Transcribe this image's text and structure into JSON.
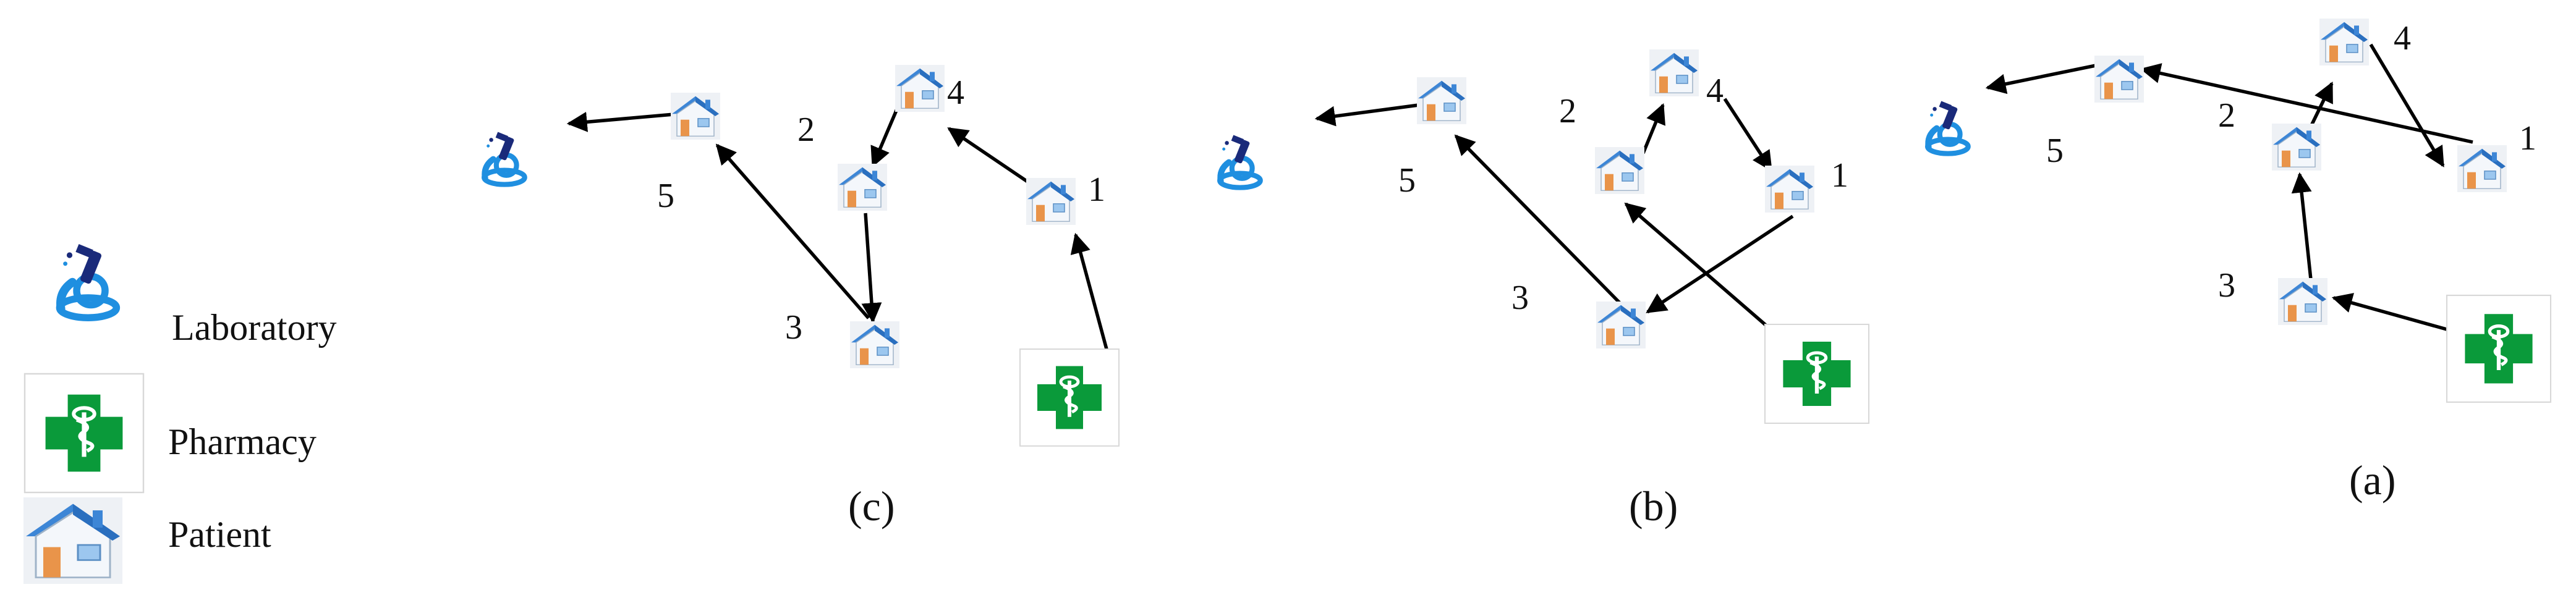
{
  "legend": {
    "items": [
      {
        "icon": "laboratory-icon",
        "label": "Laboratory"
      },
      {
        "icon": "pharmacy-icon",
        "label": "Pharmacy"
      },
      {
        "icon": "patient-house-icon",
        "label": "Patient"
      }
    ]
  },
  "colors": {
    "pharmacy_green": "#0a9a3a",
    "lab_blue": "#1f8fe0",
    "lab_navy": "#1a2a7a",
    "roof_blue": "#3d86d6",
    "wall": "#f4f7fb",
    "door": "#e9944a",
    "arrow": "#000000"
  },
  "panels": [
    {
      "caption": "(c)",
      "patient_labels": [
        "1",
        "2",
        "3",
        "4",
        "5"
      ],
      "route": [
        "pharmacy",
        "1",
        "4",
        "2",
        "3",
        "5",
        "laboratory"
      ]
    },
    {
      "caption": "(b)",
      "patient_labels": [
        "1",
        "2",
        "3",
        "4",
        "5"
      ],
      "route": [
        "pharmacy",
        "2",
        "4",
        "1",
        "3",
        "5",
        "laboratory"
      ]
    },
    {
      "caption": "(a)",
      "patient_labels": [
        "1",
        "2",
        "3",
        "4",
        "5"
      ],
      "route": [
        "pharmacy",
        "3",
        "2",
        "4",
        "1",
        "5",
        "laboratory"
      ]
    }
  ]
}
